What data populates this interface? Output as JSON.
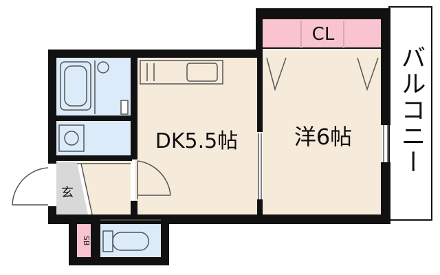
{
  "floorplan": {
    "rooms": {
      "dk": {
        "label": "DK5.5帖"
      },
      "western": {
        "label": "洋6帖"
      },
      "closet": {
        "label": "CL"
      },
      "balcony": {
        "label": "バルコニー"
      },
      "entrance": {
        "label": "玄"
      },
      "shoebox": {
        "label": "SB"
      }
    },
    "colors": {
      "wall": "#111111",
      "floor_wood": "#f6eadb",
      "wet_area": "#dcebf9",
      "closet": "#f9c4cf",
      "shoebox": "#f9c4cf",
      "entrance_floor": "#d8d8d8",
      "fixture_stroke": "#555555"
    }
  }
}
